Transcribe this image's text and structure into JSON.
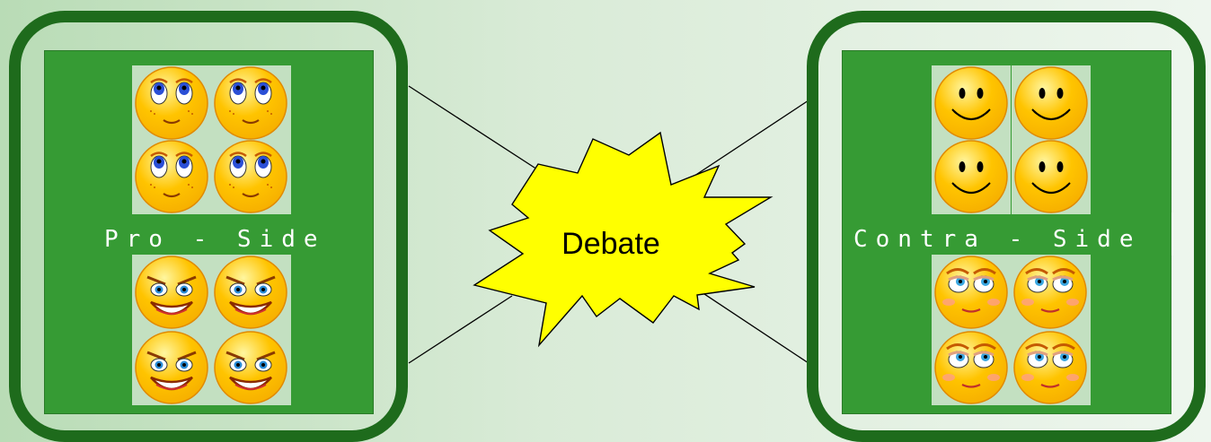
{
  "center": {
    "label": "Debate"
  },
  "pro_side": {
    "label": "Pro - Side",
    "top_faces": [
      "looking-up-smiley-icon",
      "looking-up-smiley-icon",
      "looking-up-smiley-icon",
      "looking-up-smiley-icon"
    ],
    "bottom_faces": [
      "grinning-mischief-smiley-icon",
      "grinning-mischief-smiley-icon",
      "grinning-mischief-smiley-icon",
      "grinning-mischief-smiley-icon"
    ]
  },
  "contra_side": {
    "label": "Contra - Side",
    "top_faces": [
      "simple-smiley-icon",
      "simple-smiley-icon",
      "simple-smiley-icon",
      "simple-smiley-icon"
    ],
    "bottom_faces": [
      "eye-roll-smiley-icon",
      "eye-roll-smiley-icon",
      "eye-roll-smiley-icon",
      "eye-roll-smiley-icon"
    ]
  },
  "colors": {
    "frame": "#1e6b1c",
    "panel": "#369b34",
    "tile": "#c3e0c1",
    "burst": "#ffff00",
    "face": "#f7b100"
  }
}
